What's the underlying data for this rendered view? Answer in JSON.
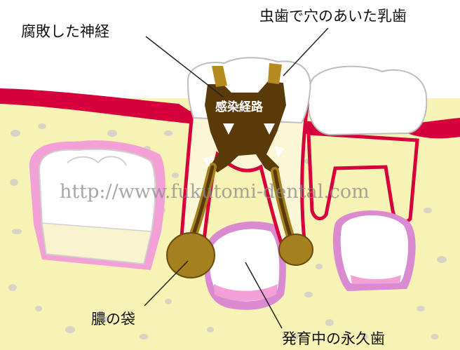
{
  "labels": {
    "necrotic_nerve": "腐敗した神経",
    "decayed_baby_tooth": "虫歯で穴のあいた乳歯",
    "infection_route": "感染経路",
    "pus_sac": "膿の袋",
    "developing_permanent_tooth": "発育中の永久歯"
  },
  "watermark": "http://www.fukutomi-dental.com",
  "colors": {
    "bone": "#f7f3b4",
    "gum": "#d6003c",
    "enamel": "#ffffff",
    "pulp": "#5b3a0a",
    "pulp_light": "#b58a1e",
    "pus": "#a5801e",
    "bud_pink": "#f2a0d6",
    "bud_outline": "#d98ad0",
    "line": "#222222"
  }
}
